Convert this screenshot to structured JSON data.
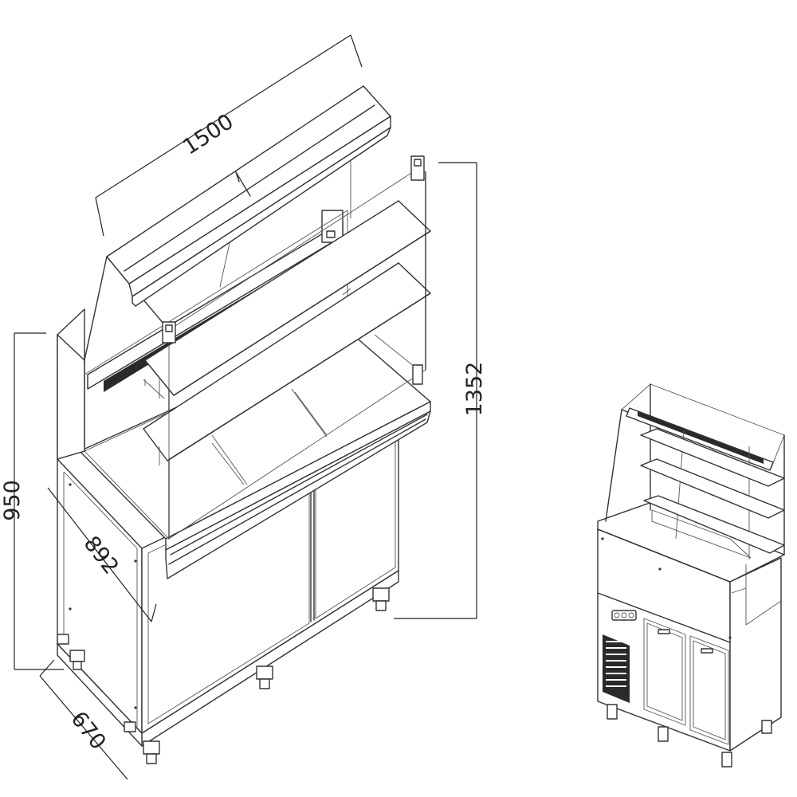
{
  "dimensions": {
    "width": "1500",
    "depth_top": "892",
    "depth_base": "670",
    "height_counter": "950",
    "height_total": "1352"
  }
}
